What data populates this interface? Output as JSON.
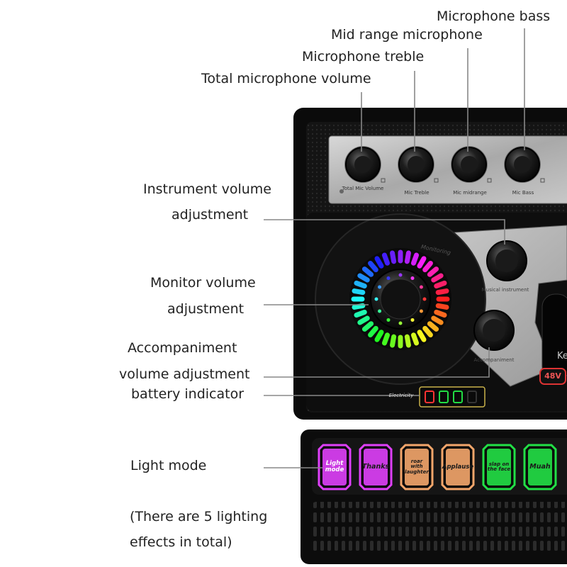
{
  "callouts": {
    "mic_bass": "Microphone bass",
    "mid_range": "Mid range microphone",
    "mic_treble": "Microphone treble",
    "total_mic_volume": "Total microphone volume",
    "instrument_line1": "Instrument volume",
    "instrument_line2": "adjustment",
    "monitor_line1": "Monitor volume",
    "monitor_line2": "adjustment",
    "accomp_line1": "Accompaniment",
    "accomp_line2": "volume adjustment",
    "battery": "battery indicator",
    "light_mode": "Light mode",
    "note_line1": "(There are 5 lighting",
    "note_line2": "effects in total)"
  },
  "device": {
    "knob_labels": [
      "Total Mic Volume",
      "Mic Treble",
      "Mic midrange",
      "Mic Bass"
    ],
    "monitoring_label": "Monitoring",
    "musical_instrument_label": "Musical instrument",
    "accompaniment_label": "Accompaniment",
    "electricity_label": "Electricity",
    "phantom_label": "48V",
    "key_label_partial": "Ke",
    "battery_level": 0.75,
    "pads": [
      {
        "label": "Light mode",
        "color": "#e040fb"
      },
      {
        "label": "Thanks",
        "color": "#e040fb"
      },
      {
        "label": "roar with laughter",
        "color": "#f4a66b"
      },
      {
        "label": "Applause",
        "color": "#f4a66b"
      },
      {
        "label": "slap on the face",
        "color": "#22e046"
      },
      {
        "label": "Muah",
        "color": "#22e046"
      }
    ]
  }
}
